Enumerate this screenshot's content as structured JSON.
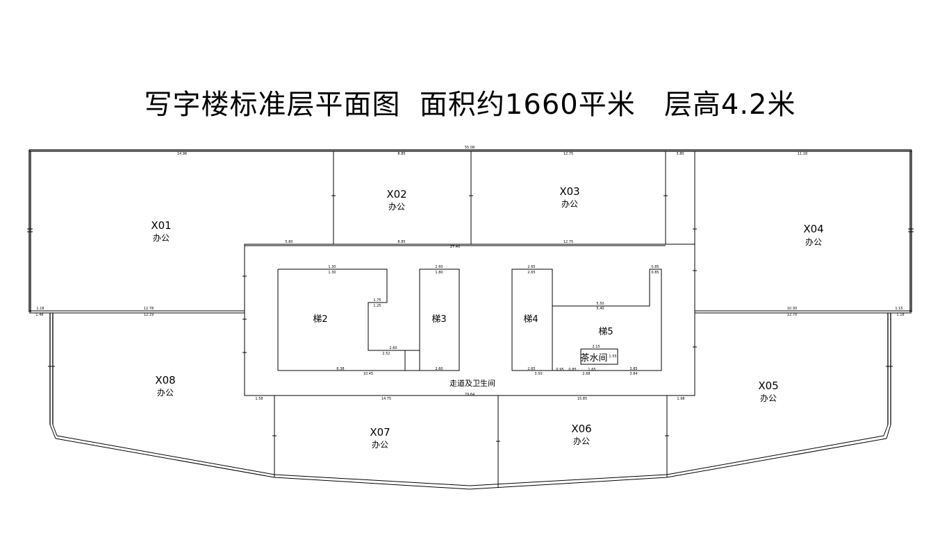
{
  "title": "写字楼标准层平面图  面积约1660平米   层高4.2米",
  "rooms": [
    {
      "code": "X01",
      "use": "办公"
    },
    {
      "code": "X02",
      "use": "办公"
    },
    {
      "code": "X03",
      "use": "办公"
    },
    {
      "code": "X04",
      "use": "办公"
    },
    {
      "code": "X05",
      "use": "办公"
    },
    {
      "code": "X06",
      "use": "办公"
    },
    {
      "code": "X07",
      "use": "办公"
    },
    {
      "code": "X08",
      "use": "办公"
    }
  ],
  "core": {
    "stairs": [
      "梯2",
      "梯3",
      "梯4",
      "梯5"
    ],
    "tea_room": "茶水间",
    "corridor": "走道及卫生间"
  },
  "dimensions": {
    "top_total": "55.08",
    "top_x01": "14.96",
    "top_x02": "8.85",
    "top_x03": "12.75",
    "top_gap": "3.80",
    "top_x04": "11.18",
    "core_top_left": "5.80",
    "core_top_mid": "8.85",
    "core_top_total": "27.40",
    "core_top_right": "12.75",
    "stair2_top_a": "1.30",
    "stair2_top_b": "1.30",
    "stair3_top_a": "2.60",
    "stair3_top_b": "1.80",
    "stair4_top_a": "2.65",
    "stair4_top_b": "2.65",
    "stair5_top_a": "0.85",
    "stair5_top_b": "0.85",
    "stair2_step_a": "1.75",
    "stair2_step_b": "1.25",
    "stair2_bottom_a": "2.60",
    "stair2_bottom_b": "2.52",
    "stair5_mid_a": "5.50",
    "stair5_mid_b": "5.40",
    "core_bottom_left": "6.38",
    "core_bottom_left2": "10.45",
    "core_bottom_s3": "2.60",
    "core_bottom_s4a": "2.65",
    "core_bottom_s4b": "3.50",
    "core_bottom_s5a": "3.85",
    "core_bottom_s5b": "3.84",
    "tea_top": "2.15",
    "tea_bottom_a": "2.68",
    "tea_bottom_b": "1.65",
    "tea_side_a": "0.95",
    "tea_side_b": "0.85",
    "tea_side_c": "1.55",
    "mid_left_a": "12.78",
    "mid_left_b": "12.19",
    "mid_left_edge_a": "1.18",
    "mid_left_edge_b": "1.48",
    "mid_right_a": "10.30",
    "mid_right_b": "12.70",
    "mid_right_edge_a": "1.15",
    "mid_right_edge_b": "1.18",
    "core_bottom_total": "29.64",
    "bottom_left_edge": "1.58",
    "bottom_x07": "14.75",
    "bottom_x06": "15.85",
    "bottom_right_edge": "1.98"
  }
}
